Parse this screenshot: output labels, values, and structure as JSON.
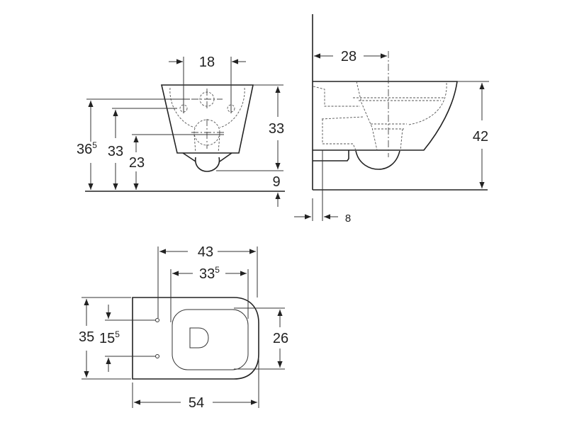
{
  "front_view": {
    "dim_18": "18",
    "dim_36_5": {
      "main": "36",
      "sup": "5"
    },
    "dim_33_left": "33",
    "dim_23": "23",
    "dim_33_right": "33",
    "dim_9": "9"
  },
  "side_view": {
    "dim_28": "28",
    "dim_42": "42",
    "dim_8": "8"
  },
  "top_view": {
    "dim_43": "43",
    "dim_33_5": {
      "main": "33",
      "sup": "5"
    },
    "dim_35": "35",
    "dim_15_5": {
      "main": "15",
      "sup": "5"
    },
    "dim_26": "26",
    "dim_54": "54"
  }
}
